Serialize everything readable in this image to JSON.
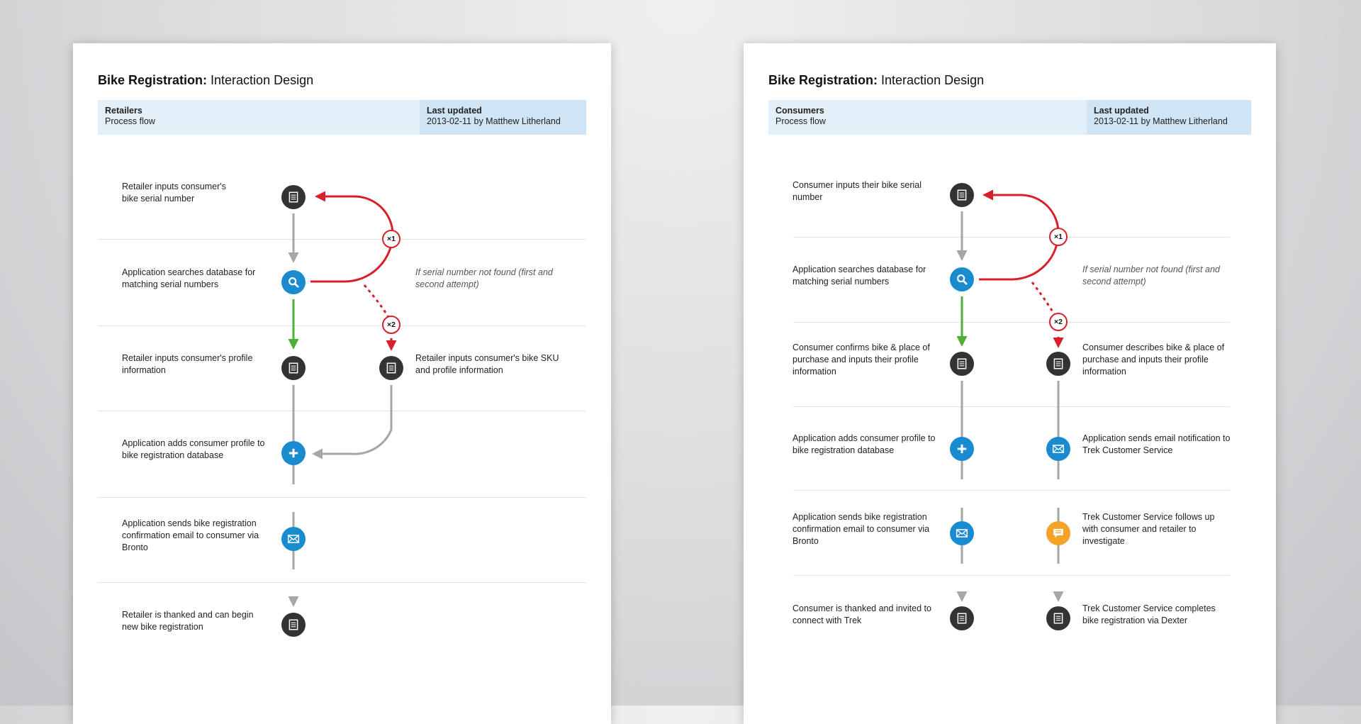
{
  "left": {
    "title_bold": "Bike Registration:",
    "title_rest": " Interaction Design",
    "header_label": "Retailers",
    "header_sub": "Process flow",
    "updated_label": "Last updated",
    "updated_value": "2013-02-11 by Matthew Litherland",
    "steps": [
      "Retailer inputs consumer's bike serial number",
      "Application searches database for matching serial numbers",
      "Retailer inputs consumer's profile information",
      "Application adds consumer profile to bike registration database",
      "Application sends bike registration confirmation email  to consumer via Bronto",
      "Retailer is thanked and can begin new bike registration"
    ],
    "alt_steps": [
      "Retailer inputs consumer's bike SKU and profile information"
    ],
    "note": "If serial number not found (first and second attempt)",
    "badges": [
      "×1",
      "×2"
    ]
  },
  "right": {
    "title_bold": "Bike Registration:",
    "title_rest": " Interaction Design",
    "header_label": "Consumers",
    "header_sub": "Process flow",
    "updated_label": "Last updated",
    "updated_value": "2013-02-11 by Matthew Litherland",
    "steps": [
      "Consumer inputs their bike serial number",
      "Application searches database for matching serial numbers",
      "Consumer confirms bike & place of purchase and inputs their profile information",
      "Application adds consumer profile to bike registration database",
      "Application sends bike registration confirmation email  to consumer via Bronto",
      "Consumer is thanked and invited to connect with Trek"
    ],
    "alt_steps": [
      "Consumer describes bike & place of purchase and inputs their profile information",
      "Application sends email notification to Trek Customer Service",
      "Trek Customer Service follows up with consumer and retailer to investigate",
      "Trek Customer Service completes bike registration via Dexter"
    ],
    "note": "If serial number not found (first and second attempt)",
    "badges": [
      "×1",
      "×2"
    ]
  },
  "icons": {
    "form": "document-icon",
    "search": "magnifier-icon",
    "add": "plus-icon",
    "email": "envelope-icon",
    "chat": "speech-bubble-icon"
  },
  "colors": {
    "red": "#d7202a",
    "green": "#4caf36",
    "gray": "#a6a6a6",
    "blue": "#1b8bd0",
    "dark": "#333333",
    "orange": "#f4a228",
    "header": "#e4f0f9",
    "header_right": "#cfe4f4"
  }
}
